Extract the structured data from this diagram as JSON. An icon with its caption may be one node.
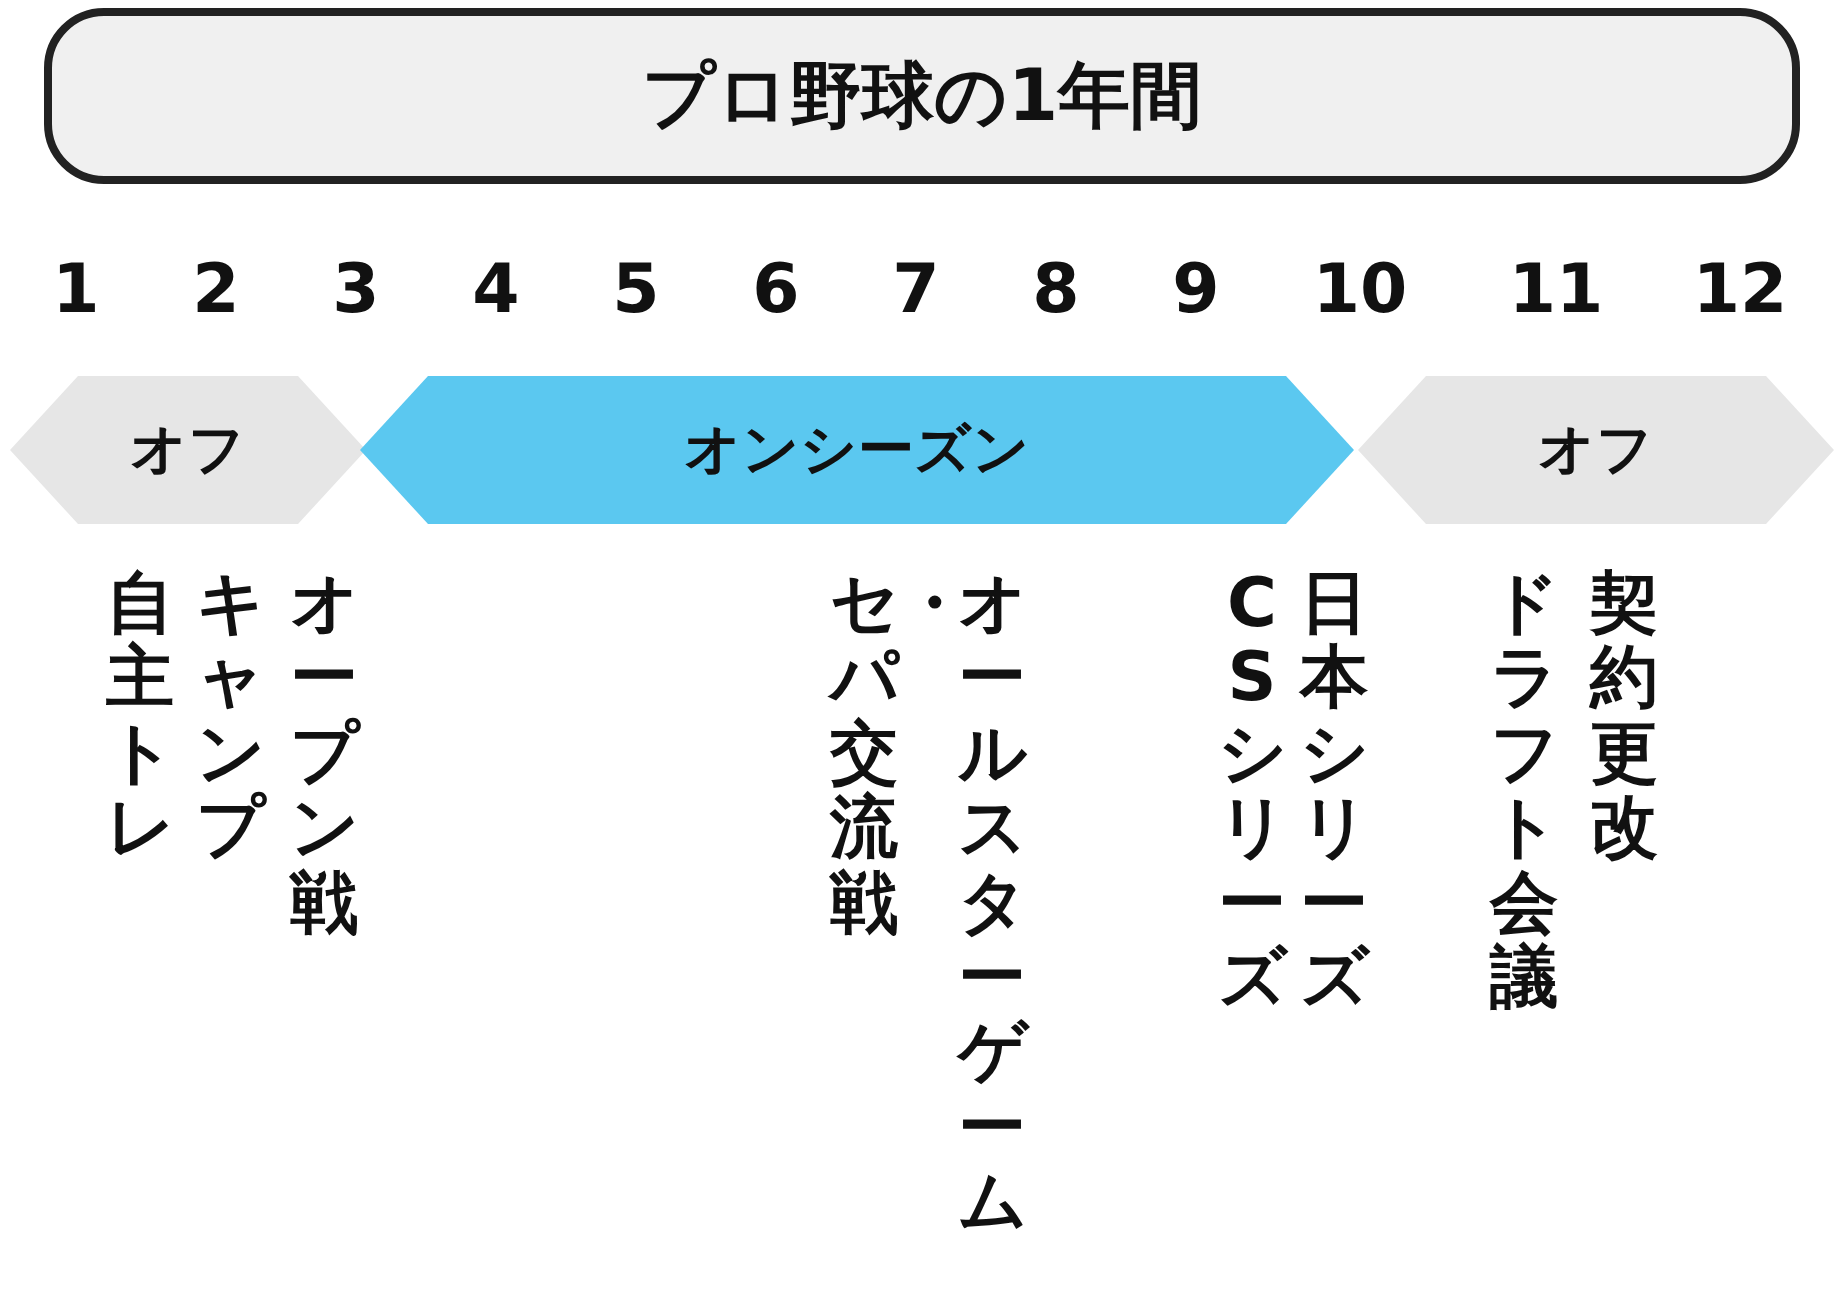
{
  "diagram": {
    "nodes": [
      {
        "text": [
          "プロ野球の1年間"
        ]
      },
      {
        "text": [
          "オフ"
        ]
      },
      {
        "text": [
          "オンシーズン"
        ]
      },
      {
        "text": [
          "オフ"
        ]
      }
    ],
    "labels": [
      "1",
      "2",
      "3",
      "4",
      "5",
      "6",
      "7",
      "8",
      "9",
      "10",
      "11",
      "12",
      "自主トレ",
      "キャンプ",
      "オープン戦",
      "セ・パ交流戦",
      "オールスターゲーム",
      "CSシリーズ",
      "日本シリーズ",
      "ドラフト会議",
      "契約更改"
    ]
  }
}
